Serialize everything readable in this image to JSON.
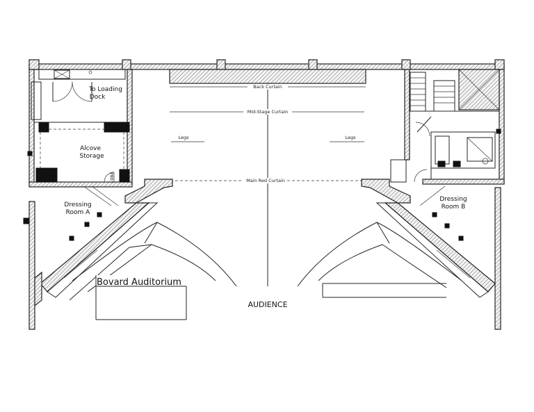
{
  "labels": {
    "back_curtain": "Back Curtain",
    "mid_stage_curtain": "Mid-Stage Curtain",
    "main_red_curtain": "Main Red Curtain",
    "legs_left": "Legs",
    "legs_right": "Legs",
    "loading_dock_line1": "To Loading",
    "loading_dock_line2": "Dock",
    "alcove_line1": "Alcove",
    "alcove_line2": "Storage",
    "room_108a": "108A",
    "dressing_a_line1": "Dressing",
    "dressing_a_line2": "Room A",
    "dressing_b_line1": "Dressing",
    "dressing_b_line2": "Room B",
    "auditorium": "Bovard Auditorium",
    "audience": "AUDIENCE"
  }
}
